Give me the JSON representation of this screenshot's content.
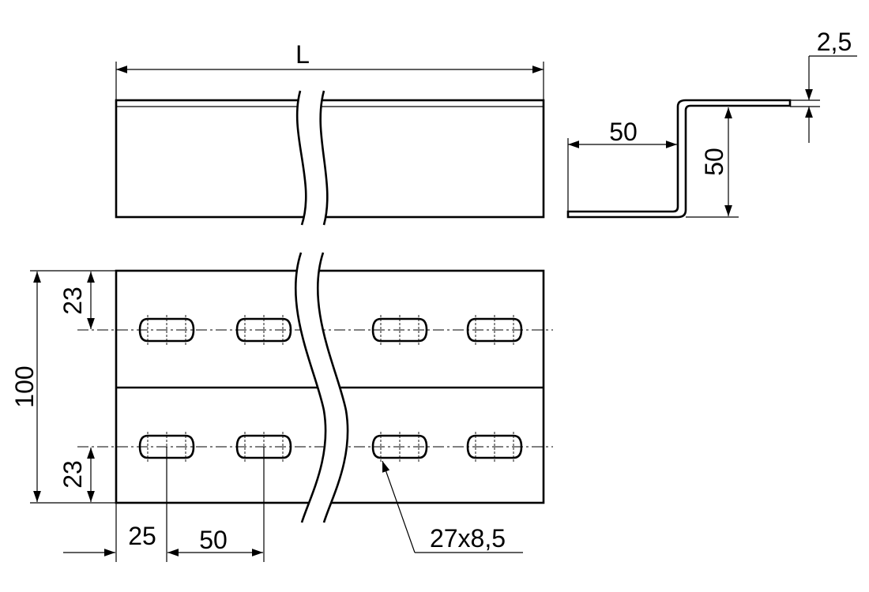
{
  "drawing": {
    "length_label": "L",
    "thickness_label": "2,5",
    "profile_flange_width_label": "50",
    "profile_height_label": "50",
    "total_width_label": "100",
    "slot_offset_top_label": "23",
    "slot_offset_bottom_label": "23",
    "first_slot_offset_label": "25",
    "slot_pitch_label": "50",
    "slot_size_label": "27x8,5"
  },
  "colors": {
    "line": "#000000",
    "background": "#ffffff"
  }
}
